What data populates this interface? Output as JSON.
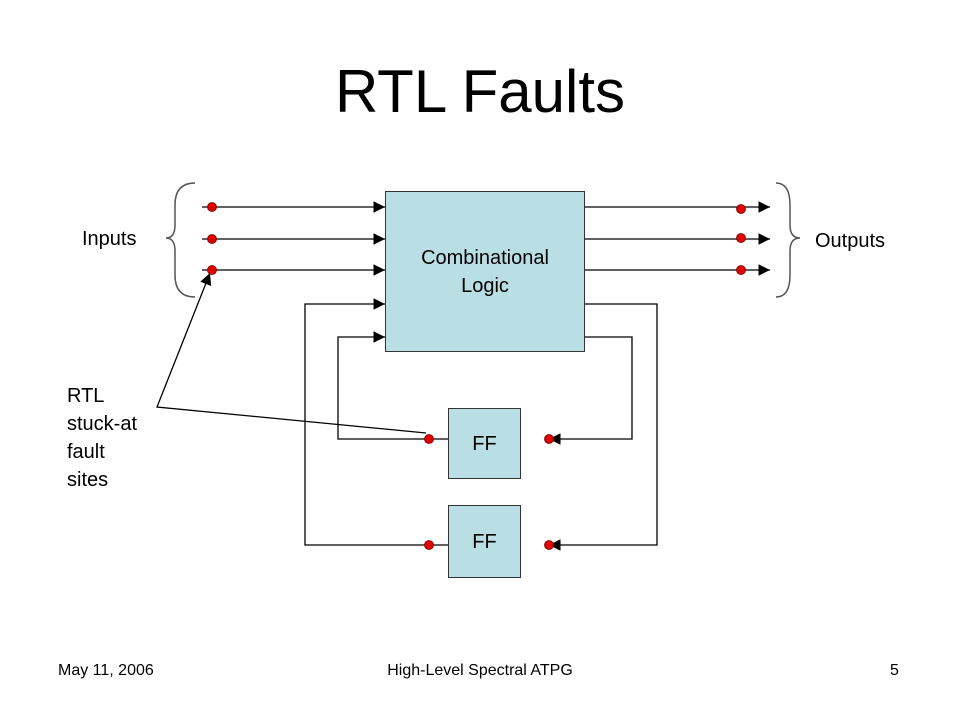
{
  "slide": {
    "title": "RTL Faults",
    "footer_left": "May 11, 2006",
    "footer_center": "High-Level Spectral ATPG",
    "footer_right": "5"
  },
  "diagram": {
    "inputs_label": "Inputs",
    "outputs_label": "Outputs",
    "combinational_line1": "Combinational",
    "combinational_line2": "Logic",
    "ff_top_label": "FF",
    "ff_bottom_label": "FF",
    "annotation_lines": [
      "RTL",
      "stuck-at",
      "fault",
      "sites"
    ]
  },
  "colors": {
    "box_fill": "#b9dfe4",
    "fault_dot": "#e00000"
  }
}
